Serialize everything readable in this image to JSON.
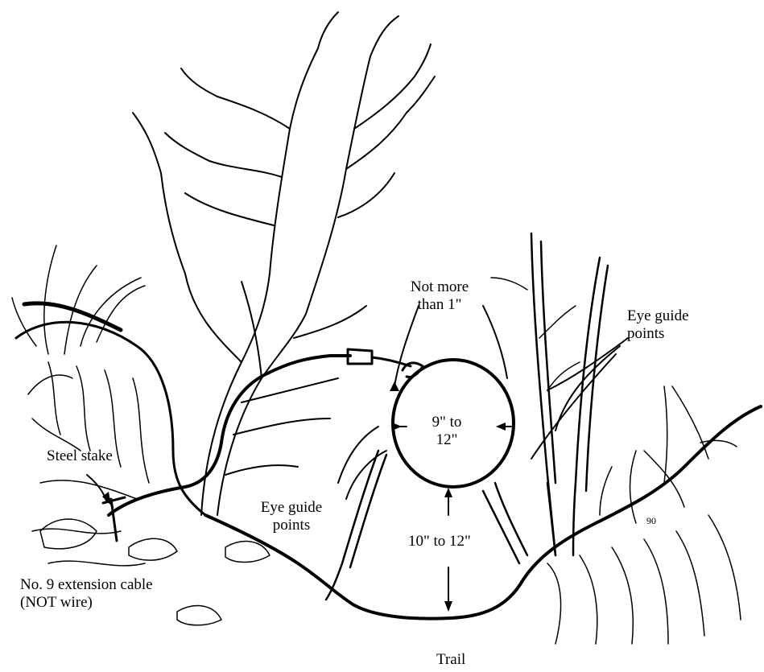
{
  "labels": {
    "not_more": [
      "Not more",
      "than 1\""
    ],
    "eye_guide_right": [
      "Eye guide",
      "points"
    ],
    "loop_size": [
      "9\" to",
      "12\""
    ],
    "steel_stake": "Steel stake",
    "eye_guide_left": [
      "Eye guide",
      "points"
    ],
    "height_gap": "10\" to 12\"",
    "cable": [
      "No. 9 extension cable",
      "(NOT wire)"
    ],
    "trail": "Trail",
    "signature": "90"
  },
  "colors": {
    "ink": "#000000",
    "paper": "#ffffff"
  }
}
